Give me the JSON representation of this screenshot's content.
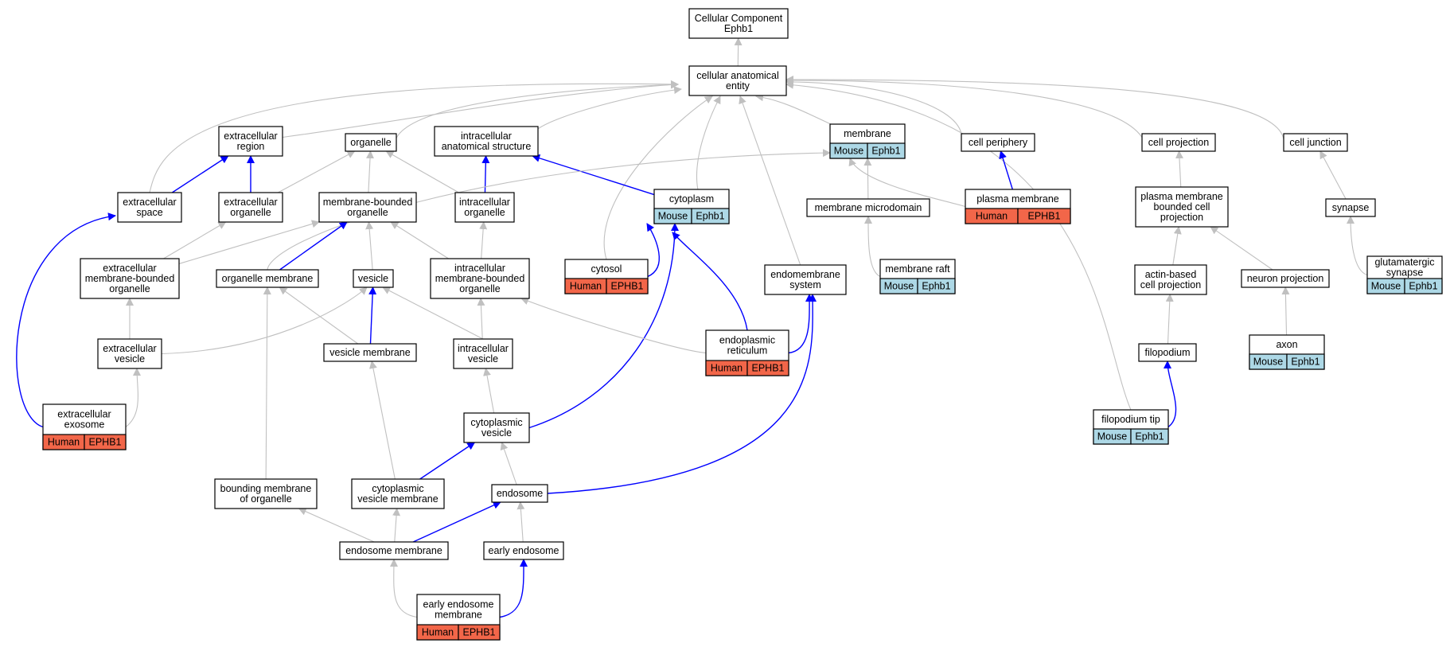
{
  "colors": {
    "edge_gray": "#c0c0c0",
    "edge_blue": "#0000ff",
    "human_fill": "#f26649",
    "mouse_fill": "#add8e6",
    "node_fill": "#ffffff",
    "node_stroke": "#000000"
  },
  "nodes": [
    {
      "id": "cc",
      "lines": [
        "Cellular Component",
        "Ephb1"
      ]
    },
    {
      "id": "cae",
      "lines": [
        "cellular anatomical",
        "entity"
      ]
    },
    {
      "id": "er",
      "lines": [
        "extracellular",
        "region"
      ]
    },
    {
      "id": "org",
      "lines": [
        "organelle"
      ]
    },
    {
      "id": "ias",
      "lines": [
        "intracellular",
        "anatomical structure"
      ]
    },
    {
      "id": "mem",
      "lines": [
        "membrane"
      ],
      "tags": [
        "Mouse",
        "Ephb1"
      ],
      "species": "mouse"
    },
    {
      "id": "cp",
      "lines": [
        "cell periphery"
      ]
    },
    {
      "id": "cproj",
      "lines": [
        "cell projection"
      ]
    },
    {
      "id": "cj",
      "lines": [
        "cell junction"
      ]
    },
    {
      "id": "es",
      "lines": [
        "extracellular",
        "space"
      ]
    },
    {
      "id": "eorg",
      "lines": [
        "extracellular",
        "organelle"
      ]
    },
    {
      "id": "mbo",
      "lines": [
        "membrane-bounded",
        "organelle"
      ]
    },
    {
      "id": "iorg",
      "lines": [
        "intracellular",
        "organelle"
      ]
    },
    {
      "id": "cyto",
      "lines": [
        "cytoplasm"
      ],
      "tags": [
        "Mouse",
        "Ephb1"
      ],
      "species": "mouse"
    },
    {
      "id": "mmd",
      "lines": [
        "membrane microdomain"
      ]
    },
    {
      "id": "pm",
      "lines": [
        "plasma membrane"
      ],
      "tags": [
        "Human",
        "EPHB1"
      ],
      "species": "human"
    },
    {
      "id": "pmbcp",
      "lines": [
        "plasma membrane",
        "bounded cell",
        "projection"
      ]
    },
    {
      "id": "syn",
      "lines": [
        "synapse"
      ]
    },
    {
      "id": "embo",
      "lines": [
        "extracellular",
        "membrane-bounded",
        "organelle"
      ]
    },
    {
      "id": "om",
      "lines": [
        "organelle membrane"
      ]
    },
    {
      "id": "ves",
      "lines": [
        "vesicle"
      ]
    },
    {
      "id": "imbo",
      "lines": [
        "intracellular",
        "membrane-bounded",
        "organelle"
      ]
    },
    {
      "id": "cytosol",
      "lines": [
        "cytosol"
      ],
      "tags": [
        "Human",
        "EPHB1"
      ],
      "species": "human"
    },
    {
      "id": "ems",
      "lines": [
        "endomembrane",
        "system"
      ]
    },
    {
      "id": "mr",
      "lines": [
        "membrane raft"
      ],
      "tags": [
        "Mouse",
        "Ephb1"
      ],
      "species": "mouse"
    },
    {
      "id": "abcp",
      "lines": [
        "actin-based",
        "cell projection"
      ]
    },
    {
      "id": "np",
      "lines": [
        "neuron projection"
      ]
    },
    {
      "id": "gs",
      "lines": [
        "glutamatergic",
        "synapse"
      ],
      "tags": [
        "Mouse",
        "Ephb1"
      ],
      "species": "mouse"
    },
    {
      "id": "ev",
      "lines": [
        "extracellular",
        "vesicle"
      ]
    },
    {
      "id": "vm",
      "lines": [
        "vesicle membrane"
      ]
    },
    {
      "id": "iv",
      "lines": [
        "intracellular",
        "vesicle"
      ]
    },
    {
      "id": "endr",
      "lines": [
        "endoplasmic",
        "reticulum"
      ],
      "tags": [
        "Human",
        "EPHB1"
      ],
      "species": "human"
    },
    {
      "id": "axon",
      "lines": [
        "axon"
      ],
      "tags": [
        "Mouse",
        "Ephb1"
      ],
      "species": "mouse"
    },
    {
      "id": "filo",
      "lines": [
        "filopodium"
      ]
    },
    {
      "id": "exo",
      "lines": [
        "extracellular",
        "exosome"
      ],
      "tags": [
        "Human",
        "EPHB1"
      ],
      "species": "human"
    },
    {
      "id": "cv",
      "lines": [
        "cytoplasmic",
        "vesicle"
      ]
    },
    {
      "id": "ftip",
      "lines": [
        "filopodium tip"
      ],
      "tags": [
        "Mouse",
        "Ephb1"
      ],
      "species": "mouse"
    },
    {
      "id": "bmo",
      "lines": [
        "bounding membrane",
        "of organelle"
      ]
    },
    {
      "id": "cvm",
      "lines": [
        "cytoplasmic",
        "vesicle membrane"
      ]
    },
    {
      "id": "endo",
      "lines": [
        "endosome"
      ]
    },
    {
      "id": "emem",
      "lines": [
        "endosome membrane"
      ]
    },
    {
      "id": "ee",
      "lines": [
        "early endosome"
      ]
    },
    {
      "id": "eem",
      "lines": [
        "early endosome",
        "membrane"
      ],
      "tags": [
        "Human",
        "EPHB1"
      ],
      "species": "human"
    }
  ],
  "edges": [
    {
      "from": "cae",
      "to": "cc",
      "kind": "gray"
    },
    {
      "from": "er",
      "to": "cae",
      "kind": "gray"
    },
    {
      "from": "org",
      "to": "cae",
      "kind": "gray"
    },
    {
      "from": "ias",
      "to": "cae",
      "kind": "gray"
    },
    {
      "from": "mem",
      "to": "cae",
      "kind": "gray"
    },
    {
      "from": "cp",
      "to": "cae",
      "kind": "gray"
    },
    {
      "from": "cproj",
      "to": "cae",
      "kind": "gray"
    },
    {
      "from": "cj",
      "to": "cae",
      "kind": "gray"
    },
    {
      "from": "es",
      "to": "cae",
      "kind": "gray"
    },
    {
      "from": "cyto",
      "to": "cae",
      "kind": "gray"
    },
    {
      "from": "cytosol",
      "to": "cae",
      "kind": "gray"
    },
    {
      "from": "ems",
      "to": "cae",
      "kind": "gray"
    },
    {
      "from": "ftip",
      "to": "cae",
      "kind": "gray"
    },
    {
      "from": "es",
      "to": "er",
      "kind": "blue"
    },
    {
      "from": "eorg",
      "to": "er",
      "kind": "blue"
    },
    {
      "from": "eorg",
      "to": "org",
      "kind": "gray"
    },
    {
      "from": "mbo",
      "to": "org",
      "kind": "gray"
    },
    {
      "from": "iorg",
      "to": "org",
      "kind": "gray"
    },
    {
      "from": "iorg",
      "to": "ias",
      "kind": "blue"
    },
    {
      "from": "cyto",
      "to": "ias",
      "kind": "blue"
    },
    {
      "from": "mmd",
      "to": "mem",
      "kind": "gray"
    },
    {
      "from": "pm",
      "to": "mem",
      "kind": "gray"
    },
    {
      "from": "om",
      "to": "mem",
      "kind": "gray"
    },
    {
      "from": "pm",
      "to": "cp",
      "kind": "blue"
    },
    {
      "from": "pmbcp",
      "to": "cproj",
      "kind": "gray"
    },
    {
      "from": "syn",
      "to": "cj",
      "kind": "gray"
    },
    {
      "from": "embo",
      "to": "eorg",
      "kind": "gray"
    },
    {
      "from": "embo",
      "to": "mbo",
      "kind": "gray"
    },
    {
      "from": "om",
      "to": "mbo",
      "kind": "blue"
    },
    {
      "from": "ves",
      "to": "mbo",
      "kind": "gray"
    },
    {
      "from": "imbo",
      "to": "mbo",
      "kind": "gray"
    },
    {
      "from": "imbo",
      "to": "iorg",
      "kind": "gray"
    },
    {
      "from": "cytosol",
      "to": "cyto",
      "kind": "blue"
    },
    {
      "from": "endr",
      "to": "cyto",
      "kind": "blue"
    },
    {
      "from": "cv",
      "to": "cyto",
      "kind": "blue"
    },
    {
      "from": "mr",
      "to": "mmd",
      "kind": "gray"
    },
    {
      "from": "abcp",
      "to": "pmbcp",
      "kind": "gray"
    },
    {
      "from": "np",
      "to": "pmbcp",
      "kind": "gray"
    },
    {
      "from": "gs",
      "to": "syn",
      "kind": "gray"
    },
    {
      "from": "ev",
      "to": "embo",
      "kind": "gray"
    },
    {
      "from": "bmo",
      "to": "om",
      "kind": "gray"
    },
    {
      "from": "vm",
      "to": "om",
      "kind": "gray"
    },
    {
      "from": "ev",
      "to": "ves",
      "kind": "gray"
    },
    {
      "from": "vm",
      "to": "ves",
      "kind": "blue"
    },
    {
      "from": "iv",
      "to": "ves",
      "kind": "gray"
    },
    {
      "from": "endr",
      "to": "imbo",
      "kind": "gray"
    },
    {
      "from": "iv",
      "to": "imbo",
      "kind": "gray"
    },
    {
      "from": "endr",
      "to": "ems",
      "kind": "blue"
    },
    {
      "from": "endo",
      "to": "ems",
      "kind": "blue"
    },
    {
      "from": "filo",
      "to": "abcp",
      "kind": "gray"
    },
    {
      "from": "axon",
      "to": "np",
      "kind": "gray"
    },
    {
      "from": "exo",
      "to": "es",
      "kind": "blue"
    },
    {
      "from": "exo",
      "to": "ev",
      "kind": "gray"
    },
    {
      "from": "cvm",
      "to": "vm",
      "kind": "gray"
    },
    {
      "from": "cv",
      "to": "iv",
      "kind": "gray"
    },
    {
      "from": "ftip",
      "to": "filo",
      "kind": "blue"
    },
    {
      "from": "cvm",
      "to": "cv",
      "kind": "blue"
    },
    {
      "from": "endo",
      "to": "cv",
      "kind": "gray"
    },
    {
      "from": "emem",
      "to": "bmo",
      "kind": "gray"
    },
    {
      "from": "emem",
      "to": "cvm",
      "kind": "gray"
    },
    {
      "from": "emem",
      "to": "endo",
      "kind": "blue"
    },
    {
      "from": "ee",
      "to": "endo",
      "kind": "gray"
    },
    {
      "from": "eem",
      "to": "emem",
      "kind": "gray"
    },
    {
      "from": "eem",
      "to": "ee",
      "kind": "blue"
    }
  ]
}
